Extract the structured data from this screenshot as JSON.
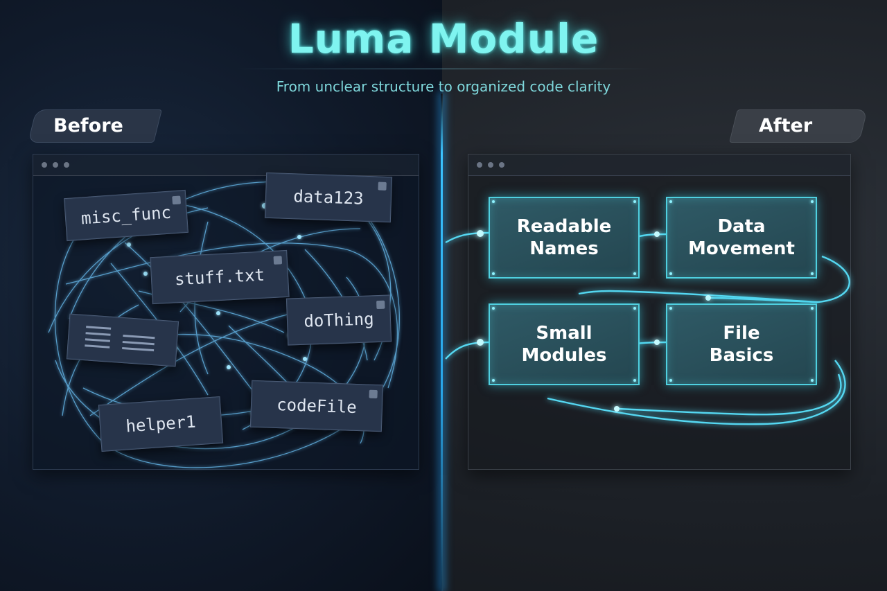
{
  "header": {
    "title": "Luma Module",
    "subtitle": "From unclear structure to organized code clarity"
  },
  "before": {
    "label": "Before",
    "cards": [
      {
        "id": "misc",
        "text": "misc_func"
      },
      {
        "id": "data",
        "text": "data123"
      },
      {
        "id": "stuff",
        "text": "stuff.txt"
      },
      {
        "id": "dothing",
        "text": "doThing"
      },
      {
        "id": "doc",
        "text": ""
      },
      {
        "id": "helper",
        "text": "helper1"
      },
      {
        "id": "codefile",
        "text": "codeFile"
      }
    ]
  },
  "after": {
    "label": "After",
    "boxes": [
      {
        "id": "readable",
        "line1": "Readable",
        "line2": "Names"
      },
      {
        "id": "datamove",
        "line1": "Data",
        "line2": "Movement"
      },
      {
        "id": "small",
        "line1": "Small",
        "line2": "Modules"
      },
      {
        "id": "file",
        "line1": "File",
        "line2": "Basics"
      }
    ]
  },
  "colors": {
    "accent_glow": "#3cc4ff",
    "title": "#7ff4f0",
    "box_border": "#4fd0e0"
  }
}
